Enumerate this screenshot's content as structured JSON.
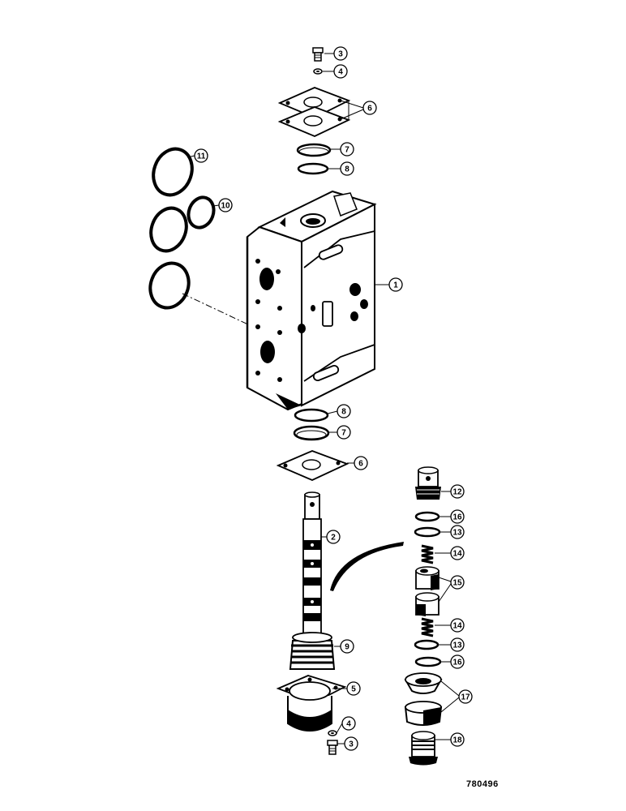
{
  "figure": {
    "id": "780496"
  },
  "callouts": [
    {
      "key": "c3a",
      "label": "3"
    },
    {
      "key": "c4a",
      "label": "4"
    },
    {
      "key": "c6a",
      "label": "6"
    },
    {
      "key": "c7a",
      "label": "7"
    },
    {
      "key": "c8a",
      "label": "8"
    },
    {
      "key": "c11",
      "label": "11"
    },
    {
      "key": "c10",
      "label": "10"
    },
    {
      "key": "c1",
      "label": "1"
    },
    {
      "key": "c8b",
      "label": "8"
    },
    {
      "key": "c7b",
      "label": "7"
    },
    {
      "key": "c6b",
      "label": "6"
    },
    {
      "key": "c12",
      "label": "12"
    },
    {
      "key": "c16a",
      "label": "16"
    },
    {
      "key": "c13a",
      "label": "13"
    },
    {
      "key": "c2",
      "label": "2"
    },
    {
      "key": "c14a",
      "label": "14"
    },
    {
      "key": "c15",
      "label": "15"
    },
    {
      "key": "c14b",
      "label": "14"
    },
    {
      "key": "c13b",
      "label": "13"
    },
    {
      "key": "c9",
      "label": "9"
    },
    {
      "key": "c16b",
      "label": "16"
    },
    {
      "key": "c5",
      "label": "5"
    },
    {
      "key": "c17",
      "label": "17"
    },
    {
      "key": "c4b",
      "label": "4"
    },
    {
      "key": "c3b",
      "label": "3"
    },
    {
      "key": "c18",
      "label": "18"
    }
  ]
}
